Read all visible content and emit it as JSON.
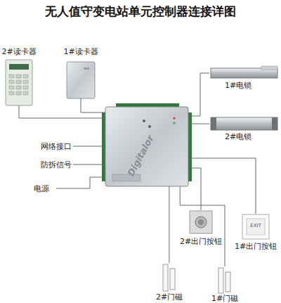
{
  "diagram": {
    "title": "无人值守变电站单元控制器连接详图",
    "nodes": [
      {
        "text": [
          "2#读卡器"
        ]
      },
      {
        "text": [
          "1#读卡器"
        ]
      },
      {
        "text": [
          "Digitalor"
        ]
      },
      {
        "text": [
          "1#电锁"
        ]
      },
      {
        "text": [
          "2#电锁"
        ]
      },
      {
        "text": [
          "2#出门按钮"
        ]
      },
      {
        "text": [
          "1#出门按钮",
          "EXIT"
        ]
      },
      {
        "text": [
          "2#门磁"
        ]
      },
      {
        "text": [
          "1#门磁"
        ]
      }
    ],
    "edges": [
      {
        "from": 2,
        "to": 0,
        "arrow": "none"
      },
      {
        "from": 2,
        "to": 1,
        "arrow": "none"
      },
      {
        "from": 2,
        "to": 3,
        "arrow": "none"
      },
      {
        "from": 2,
        "to": 4,
        "arrow": "none"
      },
      {
        "from": 2,
        "to": 5,
        "arrow": "none"
      },
      {
        "from": 2,
        "to": 6,
        "arrow": "none"
      },
      {
        "from": 2,
        "to": 7,
        "arrow": "none"
      },
      {
        "from": 2,
        "to": 8,
        "arrow": "none"
      }
    ],
    "labels": [
      "网络接口",
      "防拆信号",
      "电源"
    ]
  }
}
